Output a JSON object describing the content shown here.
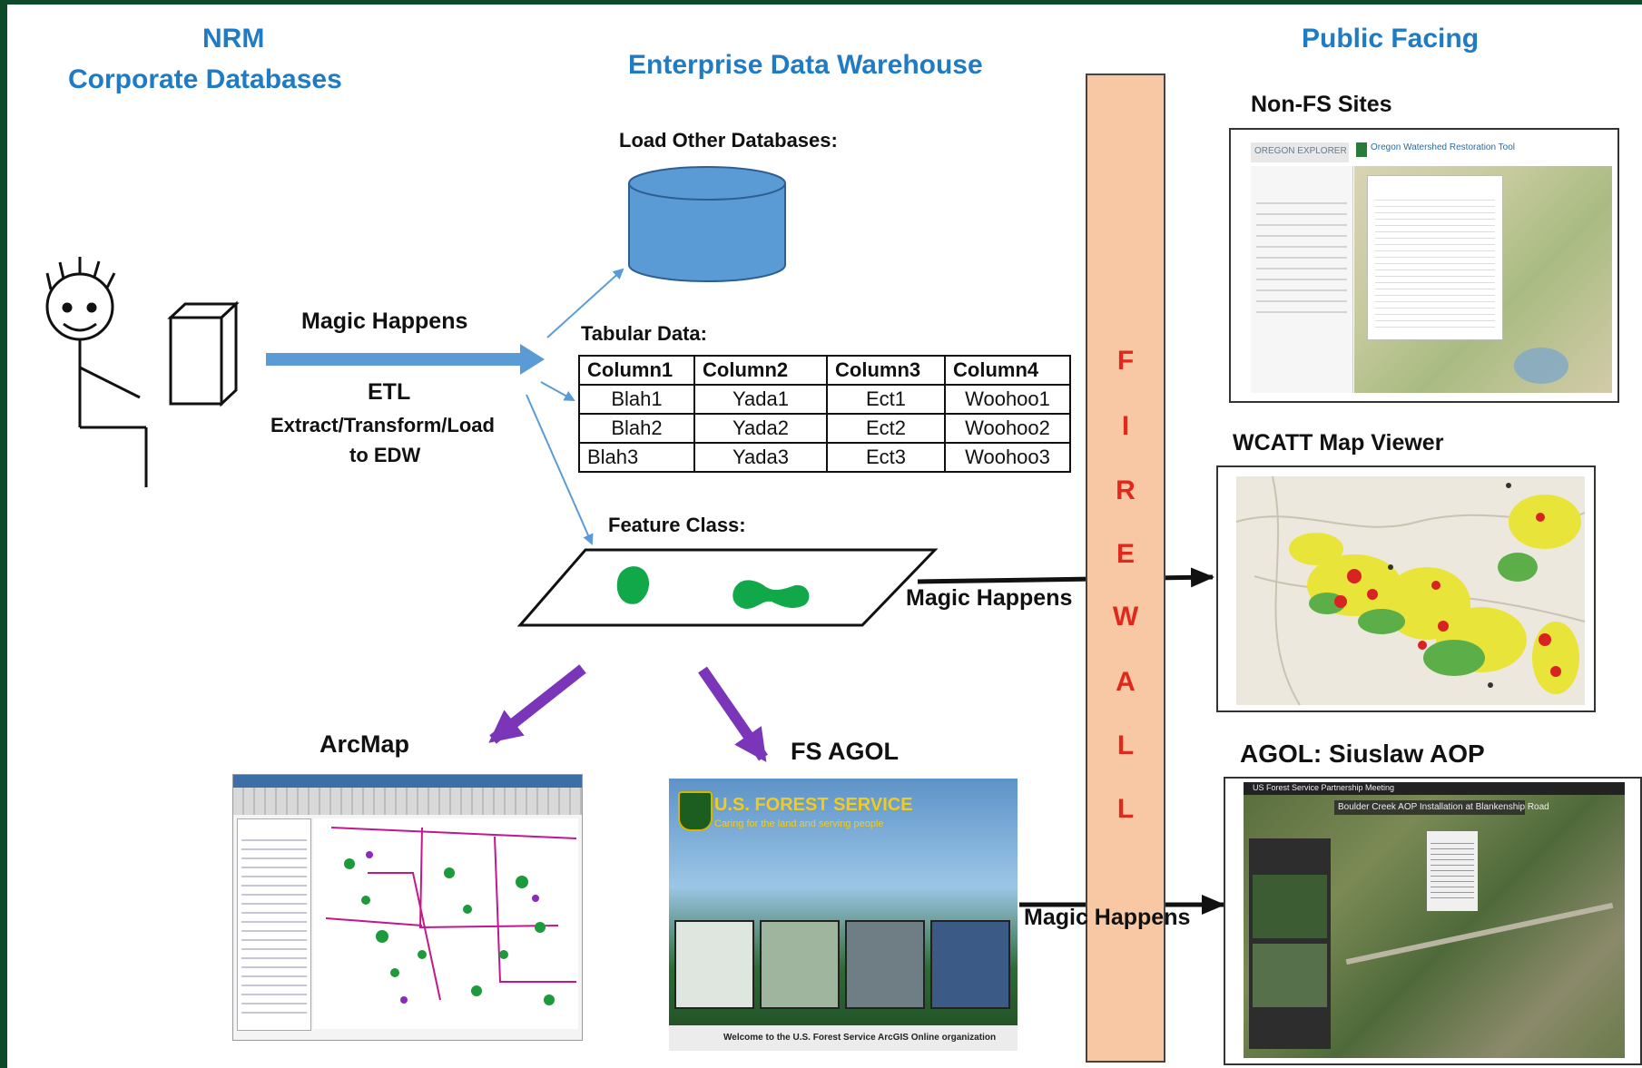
{
  "headers": {
    "nrm_line1": "NRM",
    "nrm_line2": "Corporate Databases",
    "edw": "Enterprise Data Warehouse",
    "public": "Public Facing"
  },
  "etl": {
    "magic": "Magic Happens",
    "etl": "ETL",
    "line1": "Extract/Transform/Load",
    "line2": "to EDW"
  },
  "load_other": "Load Other Databases:",
  "tabular": {
    "title": "Tabular Data:",
    "columns": [
      "Column1",
      "Column2",
      "Column3",
      "Column4"
    ],
    "rows": [
      [
        "Blah1",
        "Yada1",
        "Ect1",
        "Woohoo1"
      ],
      [
        "Blah2",
        "Yada2",
        "Ect2",
        "Woohoo2"
      ],
      [
        "Blah3",
        "Yada3",
        "Ect3",
        "Woohoo3"
      ]
    ]
  },
  "feature_class": "Feature Class:",
  "magic_feature": "Magic Happens",
  "magic_agol": "Magic Happens",
  "firewall": [
    "F",
    "I",
    "R",
    "E",
    "W",
    "A",
    "L",
    "L"
  ],
  "arcmap": "ArcMap",
  "fs_agol": {
    "label": "FS AGOL",
    "brand": "U.S. FOREST SERVICE",
    "tagline": "Caring for the land and serving people",
    "welcome": "Welcome to the U.S. Forest Service ArcGIS Online organization"
  },
  "non_fs": {
    "label": "Non-FS Sites",
    "brand": "OREGON EXPLORER",
    "tool": "Oregon Watershed Restoration Tool"
  },
  "wcatt": {
    "label": "WCATT Map Viewer"
  },
  "siuslaw": {
    "label": "AGOL: Siuslaw AOP",
    "bar": "US Forest Service Partnership Meeting",
    "caption": "Boulder Creek AOP Installation at Blankenship Road"
  },
  "colors": {
    "title_blue": "#1f7bc4",
    "arrow_blue": "#5b9bd5",
    "arrow_purple": "#7b35b8",
    "firewall_fill": "#f8c8a4",
    "firewall_text": "#e0281c",
    "db_fill": "#5b9bd5",
    "blob_green": "#11a84a"
  }
}
